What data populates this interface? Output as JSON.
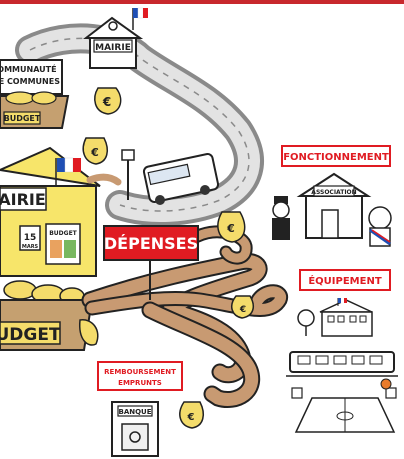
{
  "labels": {
    "communaute_line1": "COMMUNAUTÉ",
    "communaute_line2": "DE COMMUNES",
    "budget_small": "BUDGET",
    "mairie_top": "MAIRIE",
    "mairie_main": "AIRIE",
    "calendar_day": "15",
    "calendar_month": "MARS",
    "budget_doc": "BUDGET",
    "budget_big": "UDGET",
    "depenses": "DÉPENSES",
    "fonctionnement": "FONCTIONNEMENT",
    "association": "ASSOCIATION",
    "equipement": "ÉQUIPEMENT",
    "remboursement_line1": "REMBOURSEMENT",
    "remboursement_line2": "EMPRUNTS",
    "banque": "BANQUE"
  },
  "colors": {
    "accent_red": "#e01b22",
    "flag_blue": "#1f4fb4",
    "coin_yellow": "#f4dc6b",
    "building_yellow": "#f7e56a",
    "slide_brown": "#c89a72",
    "basket_brown": "#c5a070",
    "frame_border": "#c8282d"
  },
  "icons": [
    "french-flag-icon",
    "euro-sign-icon",
    "bus-icon",
    "house-icon",
    "school-icon",
    "train-icon",
    "basketball-court-icon",
    "safe-icon"
  ]
}
